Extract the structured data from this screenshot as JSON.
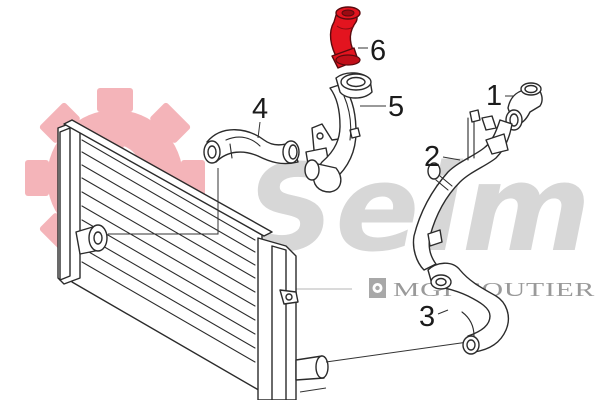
{
  "logo": {
    "wordmark": "Seim",
    "subtitle": "MGI COUTIER",
    "colors": {
      "wordmark": "#d7d7d7",
      "gear": "#f4b4b9",
      "subtitle": "#9a9a9a"
    }
  },
  "highlight_color": "#e3141f",
  "parts": [
    {
      "number": "1",
      "icon": "intake-hose-elbow"
    },
    {
      "number": "2",
      "icon": "rigid-charge-pipe"
    },
    {
      "number": "3",
      "icon": "lower-charge-hose"
    },
    {
      "number": "4",
      "icon": "intercooler-inlet-hose"
    },
    {
      "number": "5",
      "icon": "turbo-outlet-pipe"
    },
    {
      "number": "6",
      "icon": "short-connector-hose",
      "highlighted": true
    }
  ]
}
